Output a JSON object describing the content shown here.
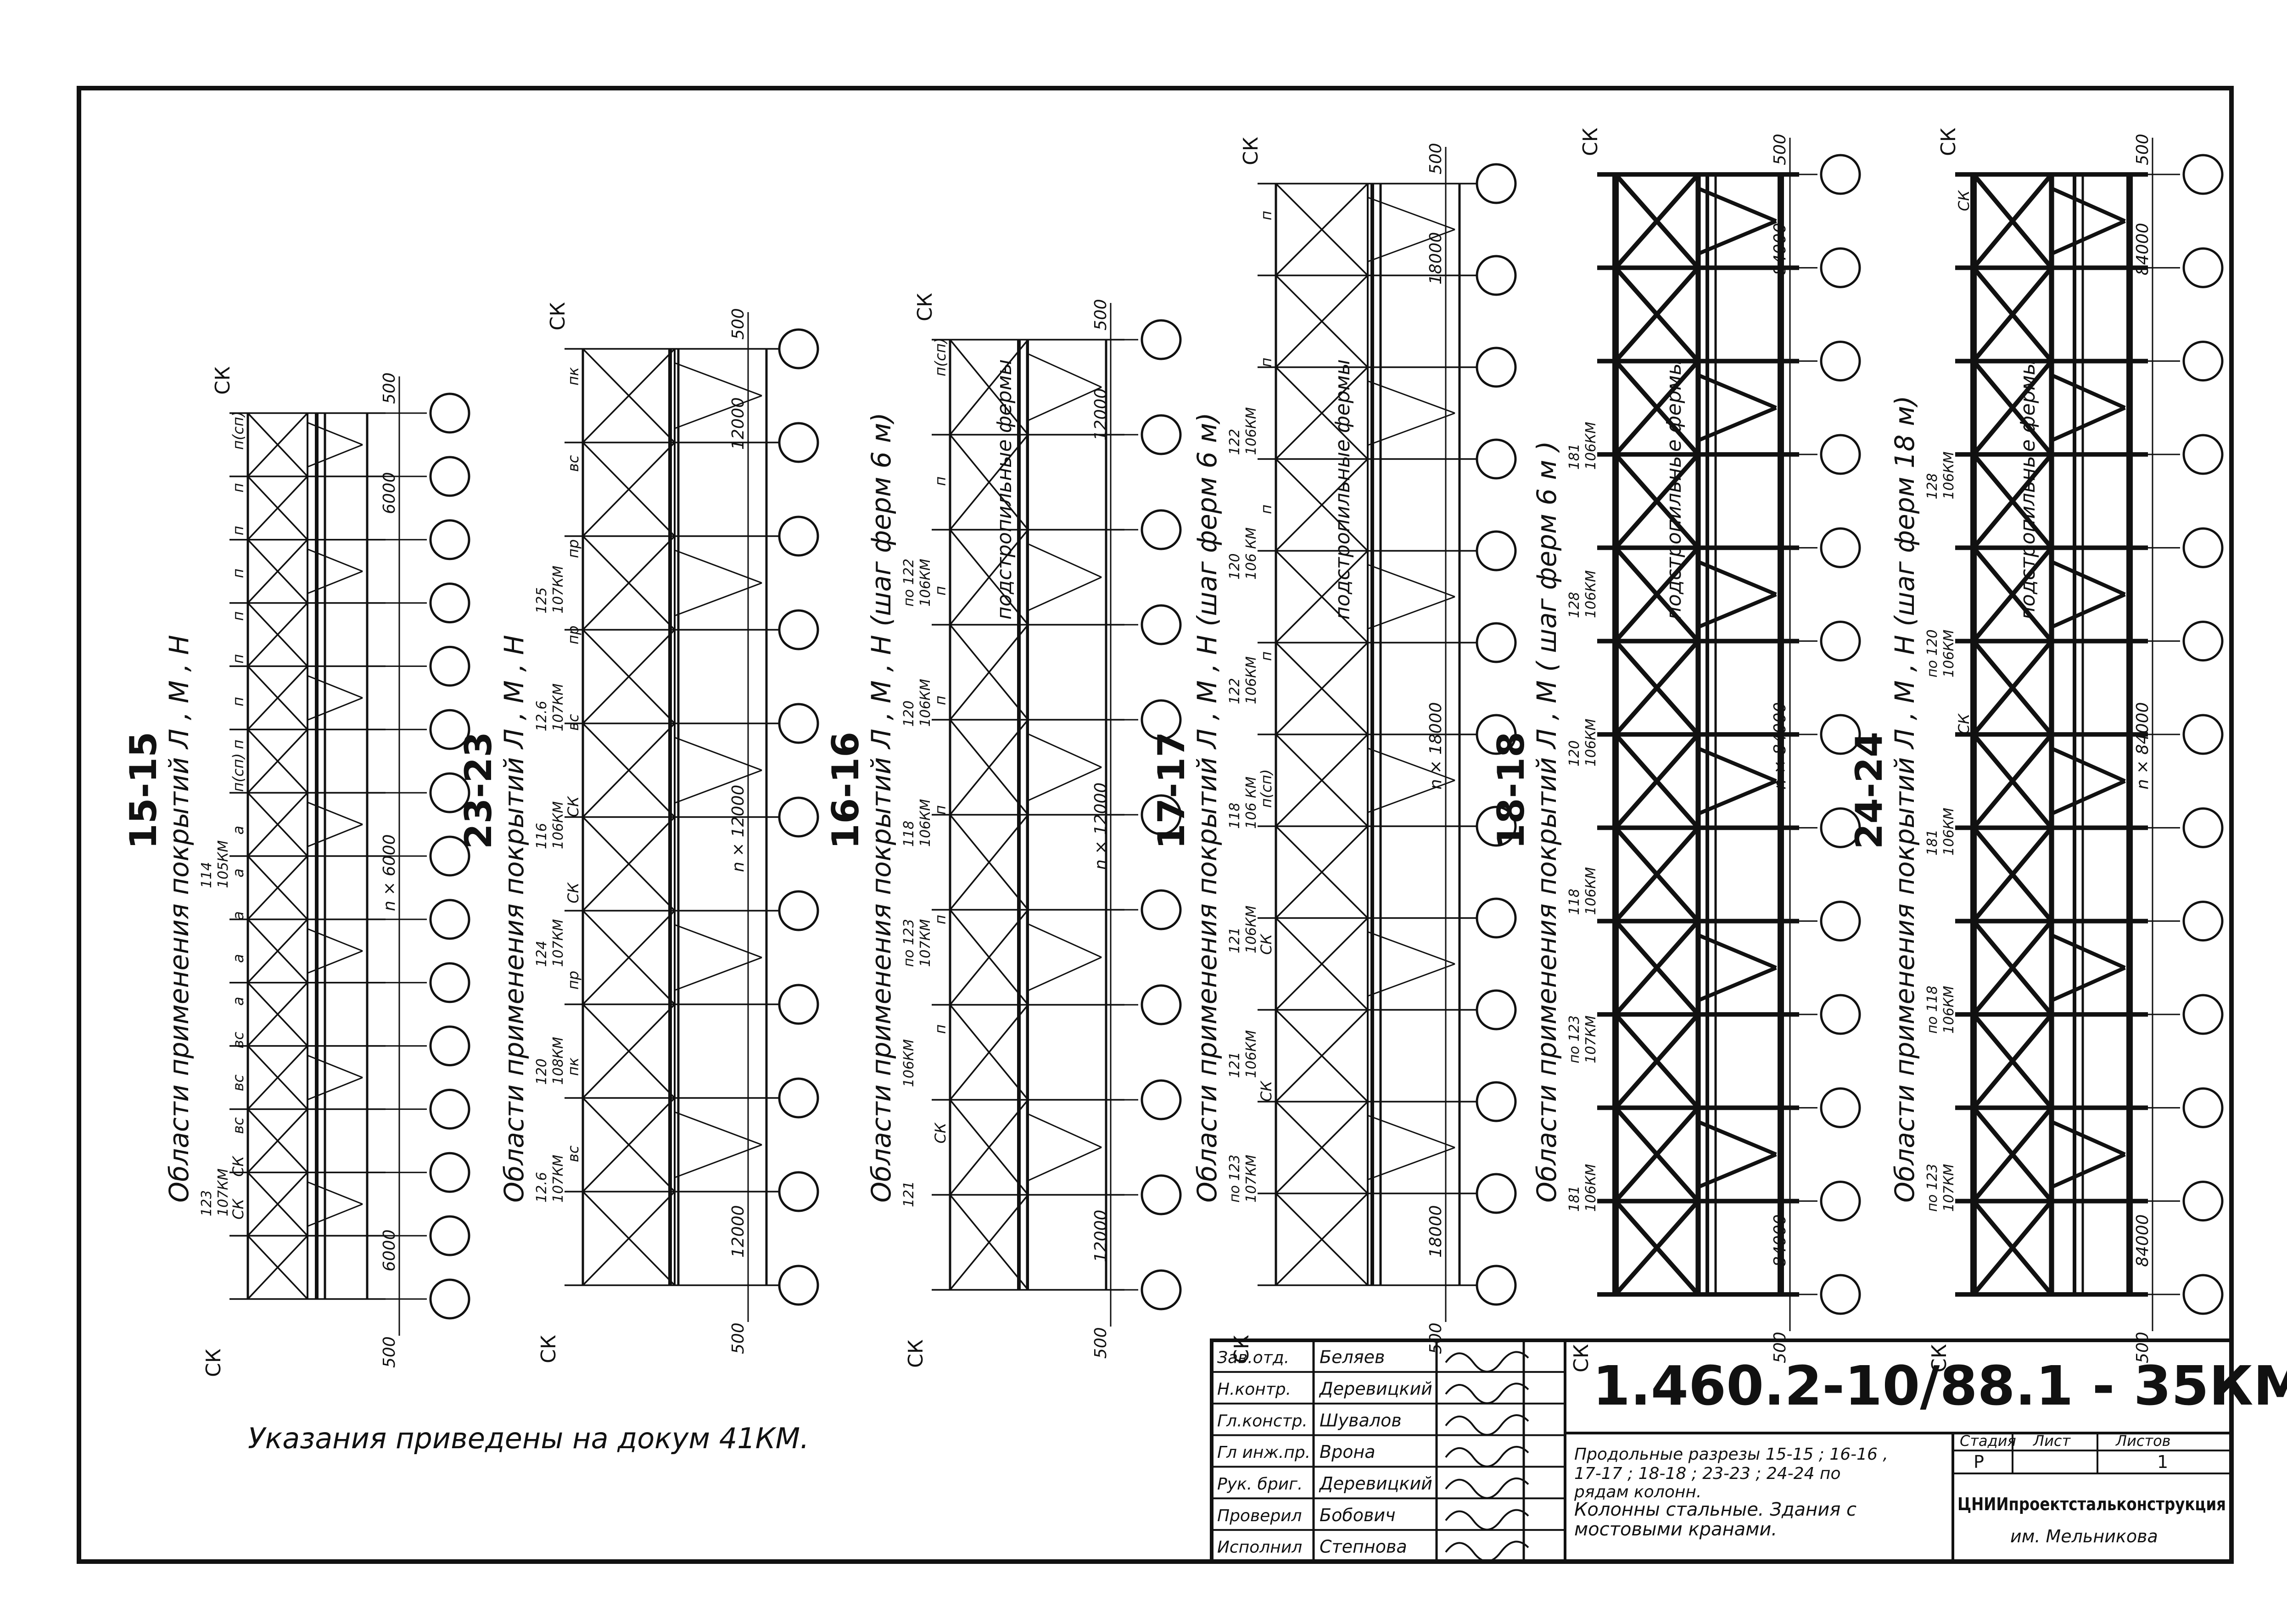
{
  "sections": [
    {
      "id": "15-15",
      "mark": "15-15",
      "caption": "Области применения покрытий Л , М , Н",
      "top_mark": "СК",
      "bottom_mark": "СК",
      "dim_top": "500",
      "dim_bottom": "500",
      "span_top": "6000",
      "span_bottom": "6000",
      "span_mid": "n × 6000",
      "labels": [
        "п(сп)",
        "п",
        "п",
        "п",
        "п",
        "п",
        "п",
        "п",
        "п(сп)",
        "а",
        "а",
        "а",
        "а",
        "а",
        "вс",
        "вс",
        "вс",
        "СК",
        "СК"
      ],
      "refs": [
        "123\n107КМ",
        "114\n105КМ"
      ]
    },
    {
      "id": "23-23",
      "mark": "23-23",
      "caption": "Области применения покрытий Л , М , Н",
      "top_mark": "СК",
      "bottom_mark": "СК",
      "dim_top": "500",
      "dim_bottom": "500",
      "span_top": "12000",
      "span_bottom": "12000",
      "span_mid": "n × 12000",
      "labels": [
        "пк",
        "вс",
        "пр",
        "пр",
        "вс",
        "СК",
        "СК",
        "пр",
        "пк",
        "вс"
      ],
      "refs": [
        "12.6\n107КМ",
        "120\n108КМ",
        "124\n107КМ",
        "116\n106КМ",
        "12.6\n107КМ",
        "125\n107КМ"
      ]
    },
    {
      "id": "16-16",
      "mark": "16-16",
      "caption": "Области применения покрытий Л , М , Н (шаг ферм 6 м)",
      "subcaption": "подстропильные фермы",
      "top_mark": "СК",
      "bottom_mark": "СК",
      "dim_top": "500",
      "dim_bottom": "500",
      "span_top": "12000",
      "span_bottom": "12000",
      "span_mid": "n × 12000",
      "labels": [
        "п(сп)",
        "п",
        "п",
        "п",
        "п",
        "п",
        "п",
        "СК"
      ],
      "refs": [
        "121",
        "106КМ",
        "по 123\n107КМ",
        "118\n106КМ",
        "120\n106КМ",
        "по 122\n106КМ"
      ]
    },
    {
      "id": "17-17",
      "mark": "17-17",
      "caption": "Области применения покрытий Л , М , Н (шаг ферм 6 м)",
      "subcaption": "подстропильные фермы",
      "top_mark": "СК",
      "bottom_mark": "СК",
      "dim_top": "500",
      "dim_bottom": "500",
      "span_top": "18000",
      "span_bottom": "18000",
      "span_mid": "n × 18000",
      "labels": [
        "п",
        "п",
        "п",
        "п",
        "п(сп)",
        "СК",
        "СК"
      ],
      "refs": [
        "по 123\n107КМ",
        "121\n106КМ",
        "121\n106КМ",
        "118\n106 КМ",
        "122\n106КМ",
        "120\n106 КМ",
        "122\n106КМ"
      ]
    },
    {
      "id": "18-18",
      "mark": "18-18",
      "caption": "Области применения покрытий Л , М ( шаг ферм 6 м )",
      "subcaption": "подстропильные фермы",
      "top_mark": "СК",
      "bottom_mark": "СК",
      "dim_top": "500",
      "dim_bottom": "500",
      "span_top": "84000",
      "span_bottom": "84000",
      "span_mid": "n × 84000",
      "labels": [],
      "refs": [
        "181\n106КМ",
        "по 123\n107КМ",
        "118\n106КМ",
        "120\n106КМ",
        "128\n106КМ",
        "181\n106КМ"
      ]
    },
    {
      "id": "24-24",
      "mark": "24-24",
      "caption": "Области применения покрытий Л , М , Н (шаг ферм 18 м)",
      "subcaption": "подстропильные фермы",
      "top_mark": "СК",
      "bottom_mark": "СК",
      "dim_top": "500",
      "dim_bottom": "500",
      "span_top": "84000",
      "span_bottom": "84000",
      "span_mid": "n × 84000",
      "labels": [
        "СК",
        "СК"
      ],
      "refs": [
        "по 123\n107КМ",
        "по 118\n106КМ",
        "181\n106КМ",
        "по 120\n106КМ",
        "128\n106КМ"
      ]
    }
  ],
  "note": "Указания приведены на докум 41КМ.",
  "title_block": {
    "doc_number": "1.460.2-10/88.1 - 35КМ",
    "roles": [
      {
        "role": "Зав.отд.",
        "name": "Беляев"
      },
      {
        "role": "Н.контр.",
        "name": "Деревицкий"
      },
      {
        "role": "Гл.констр.",
        "name": "Шувалов"
      },
      {
        "role": "Гл инж.пр.",
        "name": "Врона"
      },
      {
        "role": "Рук. бриг.",
        "name": "Деревицкий"
      },
      {
        "role": "Проверил",
        "name": "Бобович"
      },
      {
        "role": "Исполнил",
        "name": "Степнова"
      }
    ],
    "description_1": "Продольные разрезы 15-15 ; 16-16 ,",
    "description_2": "17-17 ; 18-18 ; 23-23 ; 24-24 по",
    "description_3": "рядам колонн.",
    "description_4": "Колонны стальные. Здания с",
    "description_5": "мостовыми кранами.",
    "stage_label": "Стадия",
    "sheet_label": "Лист",
    "sheets_label": "Листов",
    "stage": "Р",
    "sheet": "",
    "sheets": "1",
    "org_1": "ЦНИИпроектстальконструкция",
    "org_2": "им. Мельникова"
  }
}
